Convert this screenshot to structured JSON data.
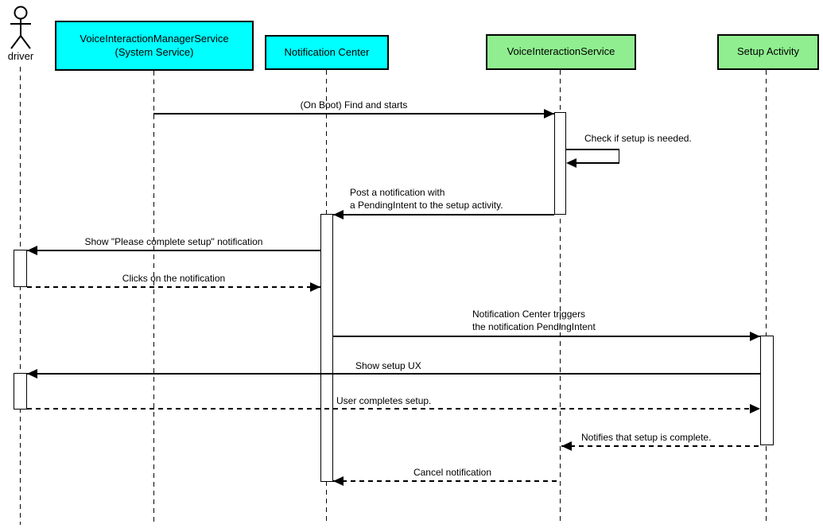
{
  "diagram_type": "uml-sequence",
  "colors": {
    "participant_cyan": "#00FFFF",
    "participant_green": "#90EE90",
    "line": "#000000",
    "background": "#FFFFFF"
  },
  "participants": [
    {
      "label": "driver",
      "kind": "actor"
    },
    {
      "label": "VoiceInteractionManagerService",
      "sublabel": "(System Service)",
      "kind": "box",
      "fill": "#00FFFF"
    },
    {
      "label": "Notification Center",
      "kind": "box",
      "fill": "#00FFFF"
    },
    {
      "label": "VoiceInteractionService",
      "kind": "box",
      "fill": "#90EE90"
    },
    {
      "label": "Setup Activity",
      "kind": "box",
      "fill": "#90EE90"
    }
  ],
  "messages": [
    {
      "label": "(On Boot) Find and starts",
      "from": "VoiceInteractionManagerService (System Service)",
      "to": "VoiceInteractionService",
      "line": "solid"
    },
    {
      "label": "Check if setup is needed.",
      "from": "VoiceInteractionService",
      "to": "VoiceInteractionService",
      "line": "solid",
      "self_message": true
    },
    {
      "label": "Post a notification with",
      "label2": "a PendingIntent to the setup activity.",
      "from": "VoiceInteractionService",
      "to": "Notification Center",
      "line": "solid"
    },
    {
      "label": "Show \"Please complete setup\" notification",
      "from": "Notification Center",
      "to": "driver",
      "line": "solid"
    },
    {
      "label": "Clicks on the notification",
      "from": "driver",
      "to": "Notification Center",
      "line": "dashed"
    },
    {
      "label": "Notification Center triggers",
      "label2": "the notification PendingIntent",
      "from": "Notification Center",
      "to": "Setup Activity",
      "line": "solid"
    },
    {
      "label": "Show setup UX",
      "from": "Setup Activity",
      "to": "driver",
      "line": "solid"
    },
    {
      "label": "User completes setup.",
      "from": "driver",
      "to": "Setup Activity",
      "line": "dashed"
    },
    {
      "label": "Notifies that setup is complete.",
      "from": "Setup Activity",
      "to": "VoiceInteractionService",
      "line": "dashed"
    },
    {
      "label": "Cancel notification",
      "from": "VoiceInteractionService",
      "to": "Notification Center",
      "line": "dashed"
    }
  ]
}
